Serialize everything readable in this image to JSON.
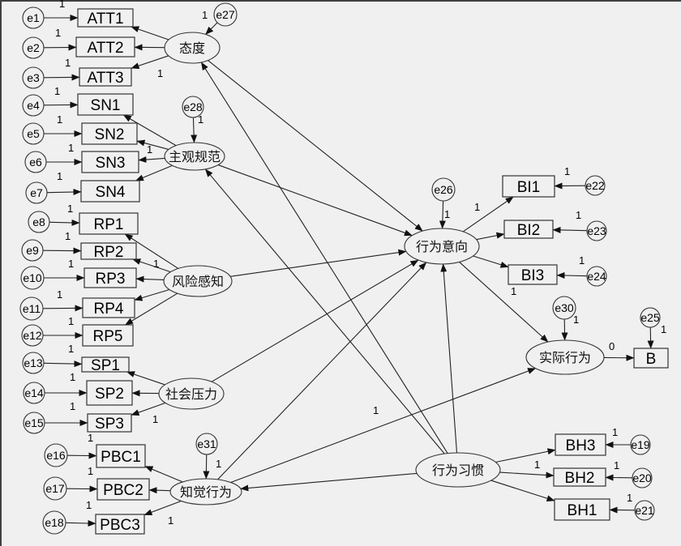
{
  "diagram": {
    "type": "structural-equation-model",
    "latents": {
      "ATT": "态度",
      "SN": "主观规范",
      "RP": "风险感知",
      "SP": "社会压力",
      "PBC": "知觉行为",
      "BI": "行为意向",
      "AB": "实际行为",
      "BH": "行为习惯"
    },
    "observed": [
      "ATT1",
      "ATT2",
      "ATT3",
      "SN1",
      "SN2",
      "SN3",
      "SN4",
      "RP1",
      "RP2",
      "RP3",
      "RP4",
      "RP5",
      "SP1",
      "SP2",
      "SP3",
      "PBC1",
      "PBC2",
      "PBC3",
      "BI1",
      "BI2",
      "BI3",
      "B",
      "BH3",
      "BH2",
      "BH1"
    ],
    "errors": [
      "e1",
      "e2",
      "e3",
      "e4",
      "e5",
      "e6",
      "e7",
      "e8",
      "e9",
      "e10",
      "e11",
      "e12",
      "e13",
      "e14",
      "e15",
      "e16",
      "e17",
      "e18",
      "e19",
      "e20",
      "e21",
      "e22",
      "e23",
      "e24",
      "e25",
      "e26",
      "e27",
      "e28",
      "e30",
      "e31"
    ],
    "path_weight_fixed": "1",
    "path_weight_zero": "0",
    "colors": {
      "background": "#f0f0f0",
      "line": "#222222"
    }
  }
}
